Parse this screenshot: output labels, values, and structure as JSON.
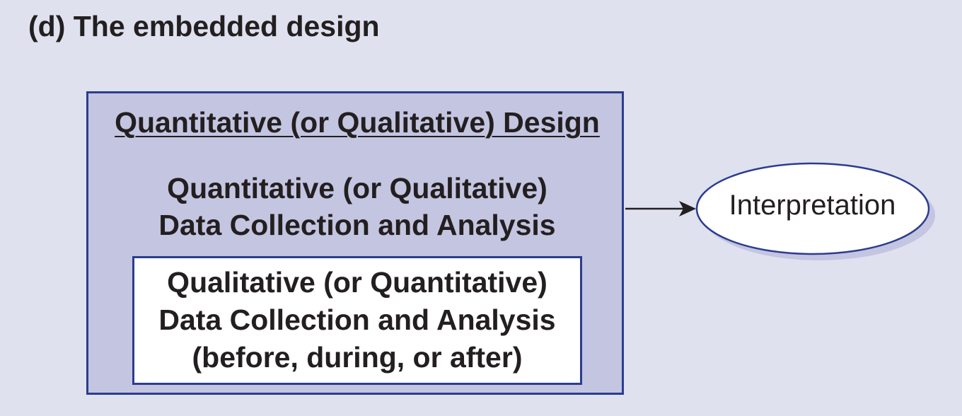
{
  "figure": {
    "label": "(d) The embedded design"
  },
  "outer": {
    "title": "Quantitative (or Qualitative) Design",
    "lines": [
      "Quantitative (or Qualitative)",
      "Data Collection and Analysis"
    ]
  },
  "inner": {
    "lines": [
      "Qualitative (or Quantitative)",
      "Data Collection and Analysis",
      "(before, during, or after)"
    ]
  },
  "result": {
    "label": "Interpretation"
  },
  "colors": {
    "background": "#e0e1ef",
    "outer_fill": "#c4c5e1",
    "border": "#2b3d8f",
    "inner_fill": "#ffffff",
    "text": "#231f20"
  }
}
